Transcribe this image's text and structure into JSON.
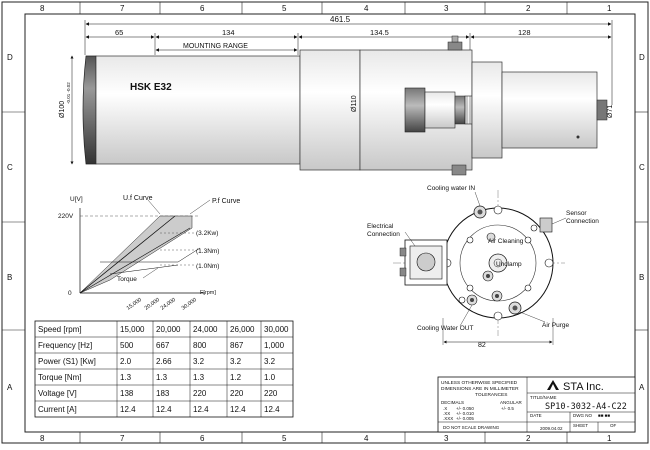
{
  "frame": {
    "cols_top": [
      "8",
      "7",
      "6",
      "5",
      "4",
      "3",
      "2",
      "1"
    ],
    "cols_bottom": [
      "8",
      "7",
      "6",
      "5",
      "4",
      "3",
      "2",
      "1"
    ],
    "rows_left": [
      "D",
      "C",
      "B",
      "A"
    ],
    "rows_right": [
      "D",
      "C",
      "B",
      "A"
    ]
  },
  "side_view": {
    "dims": {
      "overall": "461.5",
      "seg1": "65",
      "seg2": "134",
      "seg3": "134.5",
      "seg4": "128"
    },
    "mounting_range": "MOUNTING RANGE",
    "hsk": "HSK E32",
    "dia_body": "Ø100",
    "dia_body_tol": "-0.01 -0.02",
    "dia_mid": "Ø110",
    "dia_rear": "Ø71"
  },
  "curve": {
    "uv_label": "U[V]",
    "uf_label": "U.f Curve",
    "pf_label": "P.f Curve",
    "v220": "220V",
    "zero": "0",
    "power": "(3.2Kw)",
    "torque_13": "(1.3Nm)",
    "torque_10": "(1.0Nm)",
    "torque_label": "Torque",
    "x_ticks": [
      "15,000",
      "20,000",
      "24,000",
      "30,000"
    ],
    "f_label": "F[rpm]"
  },
  "rear_view": {
    "cooling_in": "Cooling water IN",
    "electrical": "Electrical\nConnection",
    "sensor": "Sensor\nConnection",
    "air_cleaning": "Air Cleaning",
    "unclamp": "Unclamp",
    "cooling_out": "Cooling Water OUT",
    "air_purge": "Air Purge",
    "dim_82": "82"
  },
  "spec_table": {
    "rows": [
      [
        "Speed [rpm]",
        "15,000",
        "20,000",
        "24,000",
        "26,000",
        "30,000"
      ],
      [
        "Frequency [Hz]",
        "500",
        "667",
        "800",
        "867",
        "1,000"
      ],
      [
        "Power (S1) [Kw]",
        "2.0",
        "2.66",
        "3.2",
        "3.2",
        "3.2"
      ],
      [
        "Torque [Nm]",
        "1.3",
        "1.3",
        "1.3",
        "1.2",
        "1.0"
      ],
      [
        "Voltage [V]",
        "138",
        "183",
        "220",
        "220",
        "220"
      ],
      [
        "Current [A]",
        "12.4",
        "12.4",
        "12.4",
        "12.4",
        "12.4"
      ]
    ]
  },
  "title_block": {
    "unless": "UNLESS OTHERWISE SPECIFIED",
    "dimensions": "DIMENSIONS ARE IN MILLIMETER",
    "tolerances": "TOLERANCES",
    "decimals": "DECIMALS",
    "angular": "ANGULAR",
    "tol_x": ".X",
    "tol_x_v": "+/- 0.050",
    "ang_v": "+/- 0.5",
    "tol_xx": ".XX",
    "tol_xx_v": "+/- 0.010",
    "tol_xxx": ".XXX",
    "tol_xxx_v": "+/- 0.005",
    "do_not_scale": "DO NOT SCALE DRAWING",
    "company": "STA Inc.",
    "title_name": "TITLE/NAME",
    "part": "SP10-3032-A4-C22",
    "date_label": "DATE",
    "date": "2009.04.02",
    "dwg_no": "DWG NO",
    "dwg_val": "■■ ■■",
    "sheet": "SHEET",
    "of": "OF"
  }
}
